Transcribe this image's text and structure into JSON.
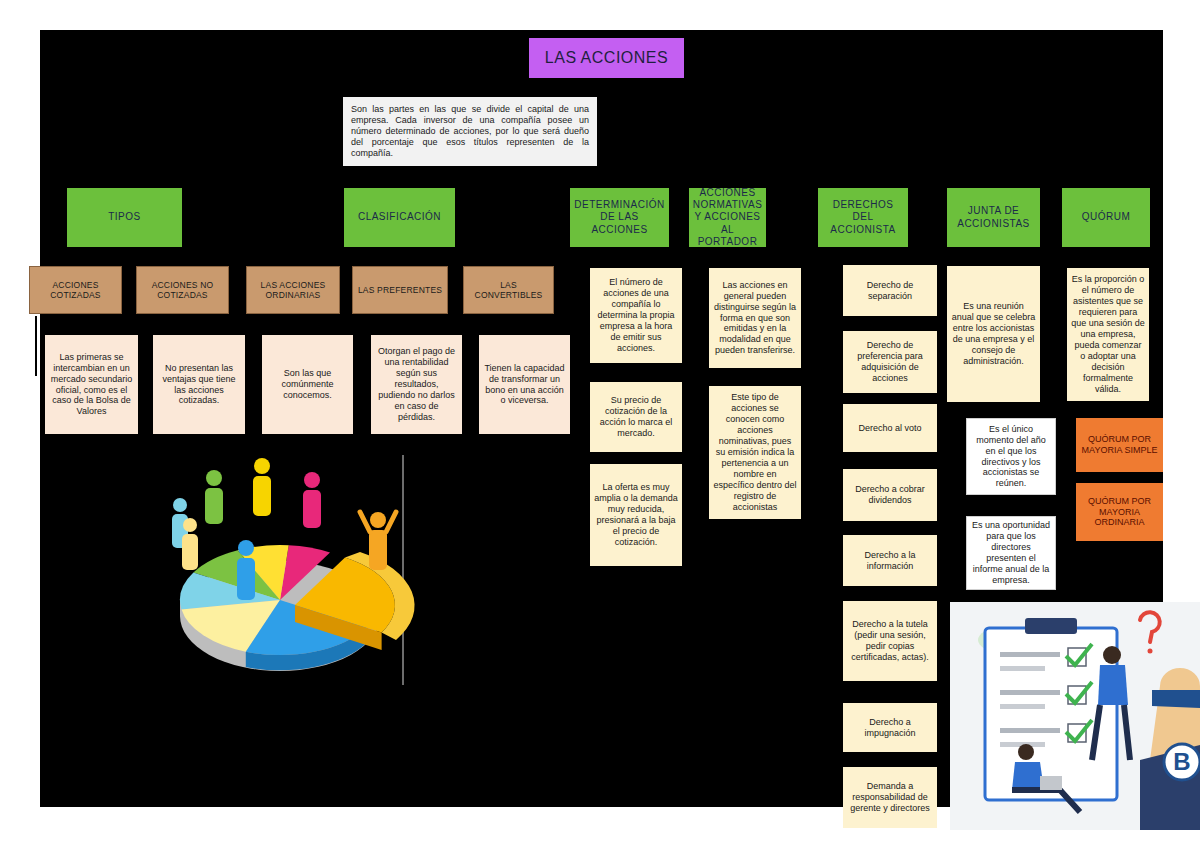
{
  "diagram": {
    "title": "LAS ACCIONES",
    "nodes": [
      {
        "text": [
          "Son las partes en las que se divide el capital de una empresa. Cada inversor de una compañía posee un número determinado de acciones, por lo que será dueño del porcentaje que esos títulos representen de la compañía."
        ]
      },
      {
        "text": [
          "TIPOS"
        ]
      },
      {
        "text": [
          "CLASIFICACIÓN"
        ]
      },
      {
        "text": [
          "DETERMINACIÓN DE LAS ACCIONES"
        ]
      },
      {
        "text": [
          "ACCIONES NORMATIVAS Y ACCIONES AL PORTADOR"
        ]
      },
      {
        "text": [
          "DERECHOS DEL ACCIONISTA"
        ]
      },
      {
        "text": [
          "JUNTA DE ACCIONISTAS"
        ]
      },
      {
        "text": [
          "QUÓRUM"
        ]
      },
      {
        "text": [
          "ACCIONES COTIZADAS"
        ]
      },
      {
        "text": [
          "ACCIONES NO COTIZADAS"
        ]
      },
      {
        "text": [
          "LAS ACCIONES ORDINARIAS"
        ]
      },
      {
        "text": [
          "LAS PREFERENTES"
        ]
      },
      {
        "text": [
          "LAS CONVERTIBLES"
        ]
      },
      {
        "text": [
          "Las primeras se intercambian en un mercado secundario oficial, como es el caso de la Bolsa de Valores"
        ]
      },
      {
        "text": [
          "No presentan las ventajas que tiene las acciones cotizadas."
        ]
      },
      {
        "text": [
          "Son las que comúnmente conocemos."
        ]
      },
      {
        "text": [
          "Otorgan el pago de una rentabilidad según sus resultados, pudiendo no darlos en caso de pérdidas."
        ]
      },
      {
        "text": [
          "Tienen la capacidad de transformar un bono en una acción o viceversa."
        ]
      },
      {
        "text": [
          "El número de acciones de una compañía lo determina la propia empresa a la hora de emitir sus acciones."
        ]
      },
      {
        "text": [
          "Su precio de cotización de la acción lo marca el mercado."
        ]
      },
      {
        "text": [
          "La oferta es muy amplia o la demanda muy reducida, presionará a la baja el precio de cotización."
        ]
      },
      {
        "text": [
          "Las acciones en general pueden distinguirse según la forma en que son emitidas y en la modalidad en que pueden transferirse."
        ]
      },
      {
        "text": [
          "Este tipo de acciones se conocen como acciones nominativas, pues su emisión indica la pertenencia a un nombre en específico dentro del registro de accionistas"
        ]
      },
      {
        "text": [
          "Derecho de separación"
        ]
      },
      {
        "text": [
          "Derecho de preferencia para adquisición de acciones"
        ]
      },
      {
        "text": [
          "Derecho al voto"
        ]
      },
      {
        "text": [
          "Derecho a cobrar dividendos"
        ]
      },
      {
        "text": [
          "Derecho a la información"
        ]
      },
      {
        "text": [
          "Derecho a la tutela (pedir una sesión, pedir copias certificadas, actas)."
        ]
      },
      {
        "text": [
          "Derecho a impugnación"
        ]
      },
      {
        "text": [
          "Demanda a responsabilidad de gerente y directores"
        ]
      },
      {
        "text": [
          "Es una reunión anual que se celebra entre los accionistas de una empresa y el consejo de administración."
        ]
      },
      {
        "text": [
          "Es el único momento del año en el que los directivos y los accionistas se reúnen."
        ]
      },
      {
        "text": [
          "Es una oportunidad para que los directores presenten el informe anual de la empresa."
        ]
      },
      {
        "text": [
          "Es la proporción o el número de asistentes que se requieren para que una sesión de una empresa, pueda comenzar o adoptar una decisión formalmente válida."
        ]
      },
      {
        "text": [
          "QUÓRUM POR MAYORIA SIMPLE"
        ]
      },
      {
        "text": [
          "QUÓRUM POR MAYORIA ORDINARIA"
        ]
      }
    ],
    "labels": [
      "B"
    ]
  }
}
